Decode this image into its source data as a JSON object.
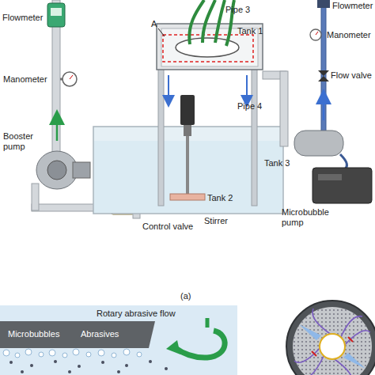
{
  "diagram": {
    "labels": [
      "Flowmeter",
      "Pipe 3",
      "Flowmeter",
      "A",
      "Tank 1",
      "Manometer",
      "Manometer",
      "Flow valve",
      "Pipe 4",
      "Booster pump",
      "Tank 3",
      "Tank 2",
      "Stirrer",
      "Microbubble pump",
      "Control valve",
      "(a)",
      "Rotary abrasive flow",
      "Microbubbles",
      "Abrasives"
    ]
  }
}
